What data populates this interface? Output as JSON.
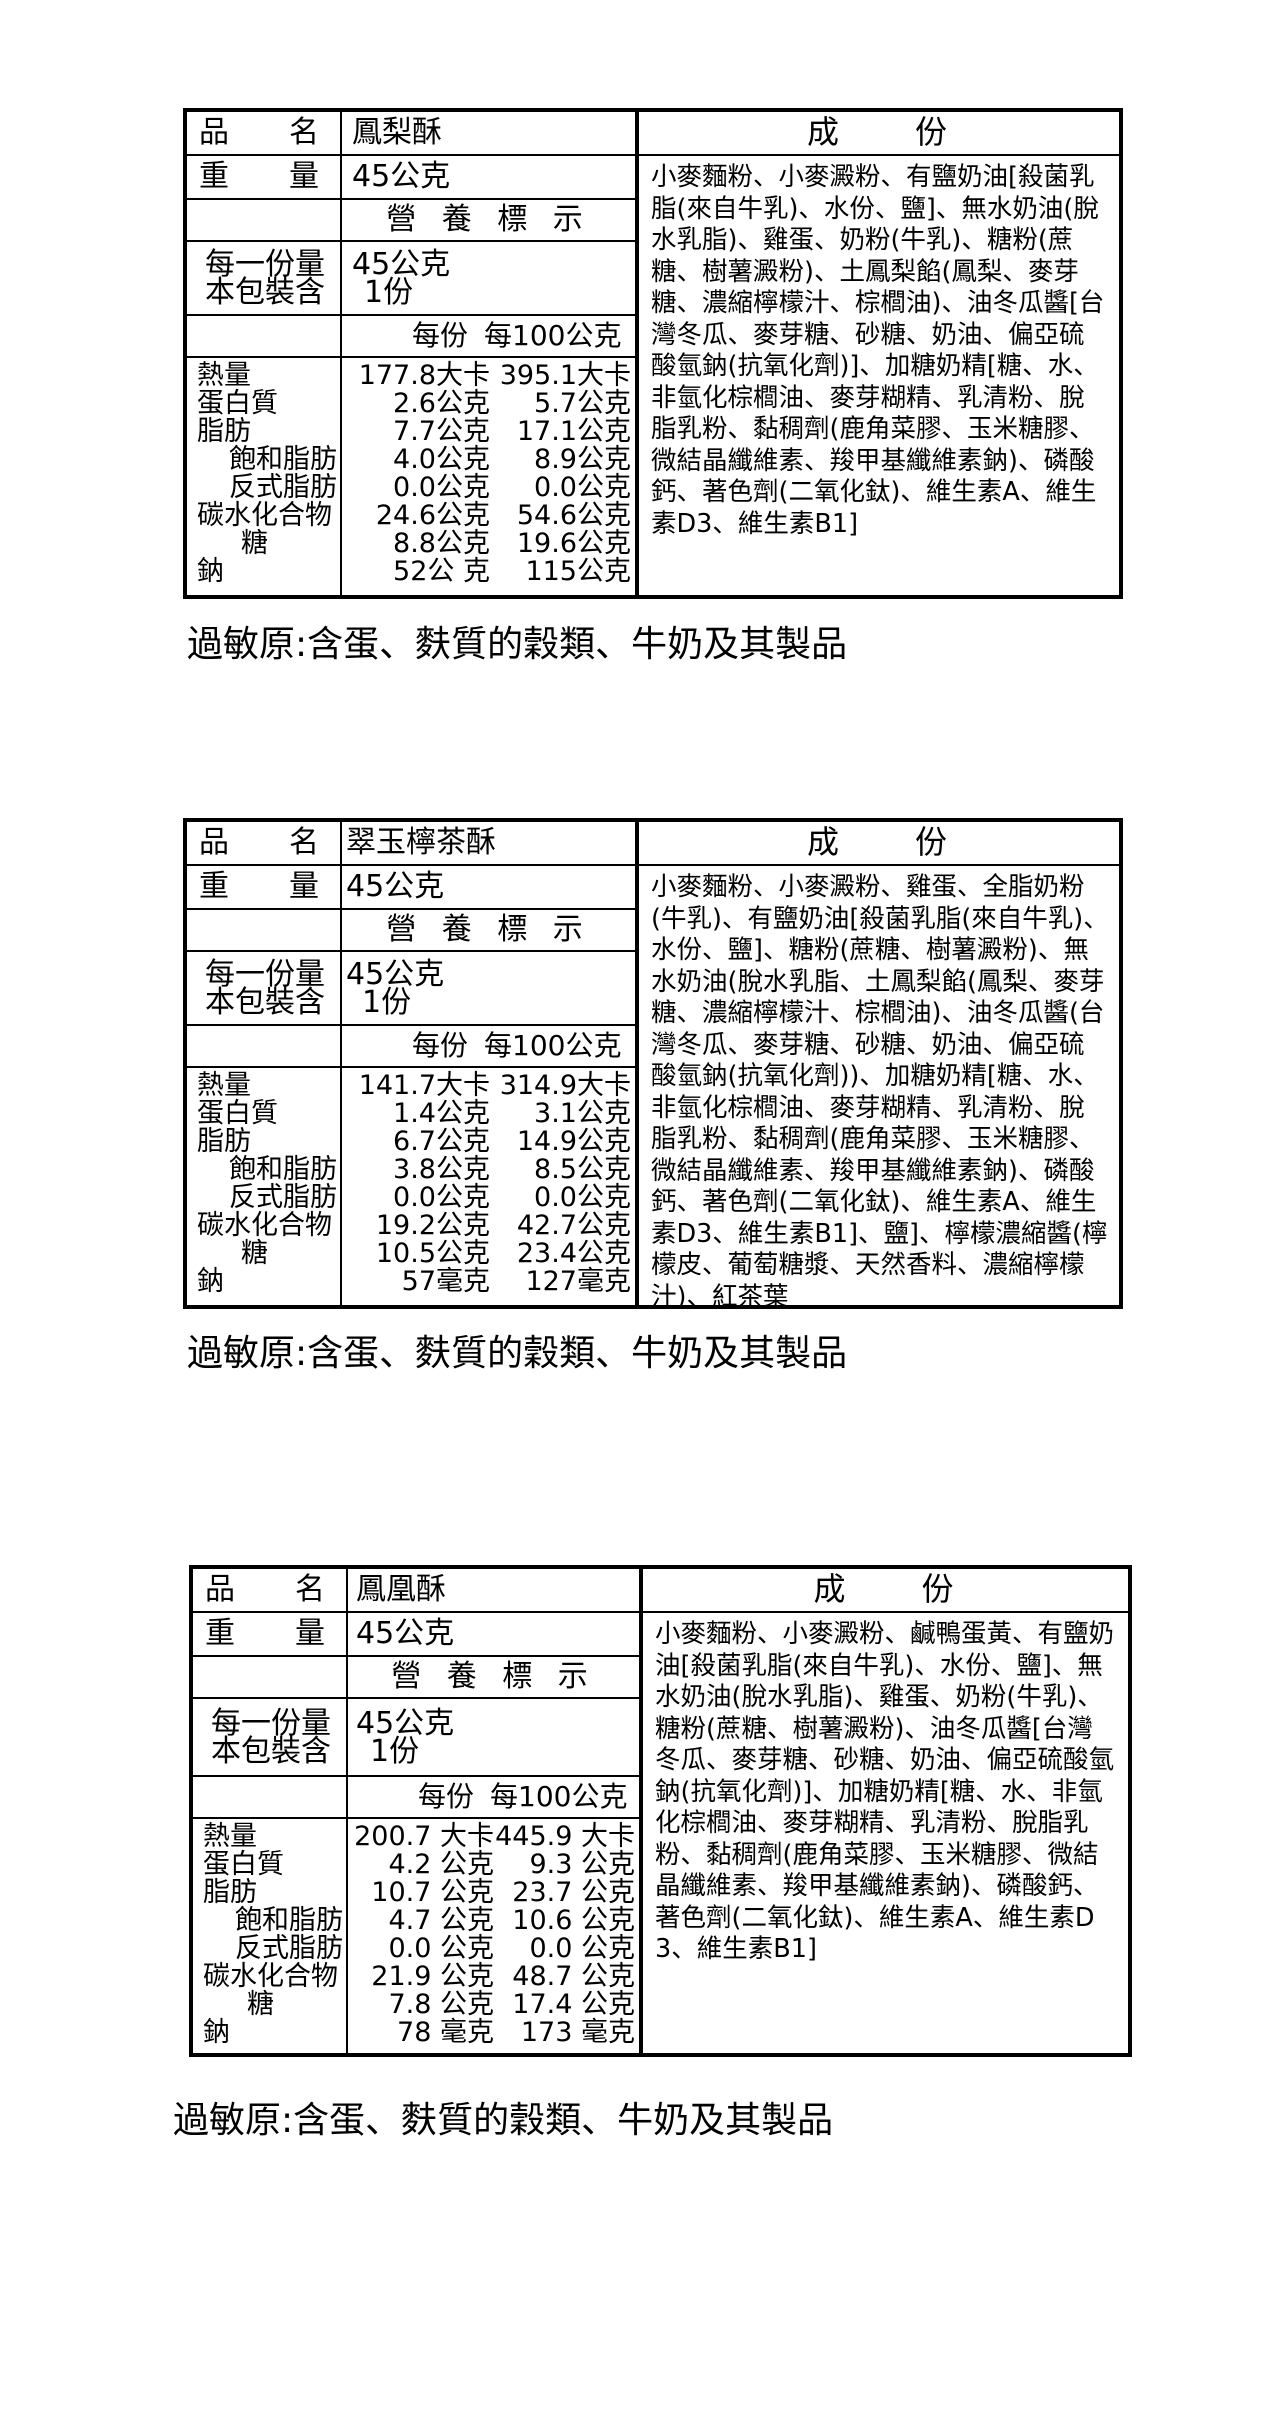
{
  "labels": [
    {
      "name_key": "品　　名",
      "name_value": "鳳梨酥",
      "weight_key": "重　　量",
      "weight_value": "45公克",
      "nutrition_title": "營 養 標 示",
      "serving_key_1": "每一份量",
      "serving_key_2": "本包裝含",
      "serving_value_1": "45公克",
      "serving_value_2": "1份",
      "per_serving_header": "每份",
      "per_100g_header": "每100公克",
      "nutrients": [
        {
          "label": "熱量",
          "indent": false,
          "per_serving": "177.8大卡",
          "per_100g": "395.1大卡"
        },
        {
          "label": "蛋白質",
          "indent": false,
          "per_serving": "2.6公克",
          "per_100g": "5.7公克"
        },
        {
          "label": "脂肪",
          "indent": false,
          "per_serving": "7.7公克",
          "per_100g": "17.1公克"
        },
        {
          "label": "飽和脂肪",
          "indent": true,
          "per_serving": "4.0公克",
          "per_100g": "8.9公克"
        },
        {
          "label": "反式脂肪",
          "indent": true,
          "per_serving": "0.0公克",
          "per_100g": "0.0公克"
        },
        {
          "label": "碳水化合物",
          "indent": false,
          "per_serving": "24.6公克",
          "per_100g": "54.6公克"
        },
        {
          "label": "糖",
          "indent": true,
          "per_serving": "8.8公克",
          "per_100g": "19.6公克"
        },
        {
          "label": "鈉",
          "indent": false,
          "per_serving": "52公 克",
          "per_100g": "115公克"
        }
      ],
      "ingredients_title": "成　　份",
      "ingredients": "小麥麵粉、小麥澱粉、有鹽奶油[殺菌乳脂(來自牛乳)、水份、鹽]、無水奶油(脫水乳脂)、雞蛋、奶粉(牛乳)、糖粉(蔗糖、樹薯澱粉)、土鳳梨餡(鳳梨、麥芽糖、濃縮檸檬汁、棕櫚油)、油冬瓜醬[台灣冬瓜、麥芽糖、砂糖、奶油、偏亞硫酸氫鈉(抗氧化劑)]、加糖奶精[糖、水、非氫化棕櫚油、麥芽糊精、乳清粉、脫脂乳粉、黏稠劑(鹿角菜膠、玉米糖膠、微結晶纖維素、羧甲基纖維素鈉)、磷酸鈣、著色劑(二氧化鈦)、維生素A、維生素D3、維生素B1]",
      "allergen": "過敏原:含蛋、麩質的穀類、牛奶及其製品"
    },
    {
      "name_key": "品　　名",
      "name_value": "翠玉檸茶酥",
      "weight_key": "重　　量",
      "weight_value": "45公克",
      "nutrition_title": "營 養 標 示",
      "serving_key_1": "每一份量",
      "serving_key_2": "本包裝含",
      "serving_value_1": "45公克",
      "serving_value_2": "1份",
      "per_serving_header": "每份",
      "per_100g_header": "每100公克",
      "nutrients": [
        {
          "label": "熱量",
          "indent": false,
          "per_serving": "141.7大卡",
          "per_100g": "314.9大卡"
        },
        {
          "label": "蛋白質",
          "indent": false,
          "per_serving": "1.4公克",
          "per_100g": "3.1公克"
        },
        {
          "label": "脂肪",
          "indent": false,
          "per_serving": "6.7公克",
          "per_100g": "14.9公克"
        },
        {
          "label": "飽和脂肪",
          "indent": true,
          "per_serving": "3.8公克",
          "per_100g": "8.5公克"
        },
        {
          "label": "反式脂肪",
          "indent": true,
          "per_serving": "0.0公克",
          "per_100g": "0.0公克"
        },
        {
          "label": "碳水化合物",
          "indent": false,
          "per_serving": "19.2公克",
          "per_100g": "42.7公克"
        },
        {
          "label": "糖",
          "indent": true,
          "per_serving": "10.5公克",
          "per_100g": "23.4公克"
        },
        {
          "label": "鈉",
          "indent": false,
          "per_serving": "57毫克",
          "per_100g": "127毫克"
        }
      ],
      "ingredients_title": "成　　份",
      "ingredients": "小麥麵粉、小麥澱粉、雞蛋、全脂奶粉(牛乳)、有鹽奶油[殺菌乳脂(來自牛乳)、水份、鹽]、糖粉(蔗糖、樹薯澱粉)、無水奶油(脫水乳脂、土鳳梨餡(鳳梨、麥芽糖、濃縮檸檬汁、棕櫚油)、油冬瓜醬(台灣冬瓜、麥芽糖、砂糖、奶油、偏亞硫酸氫鈉(抗氧化劑))、加糖奶精[糖、水、非氫化棕櫚油、麥芽糊精、乳清粉、脫脂乳粉、黏稠劑(鹿角菜膠、玉米糖膠、微結晶纖維素、羧甲基纖維素鈉)、磷酸鈣、著色劑(二氧化鈦)、維生素A、維生素D3、維生素B1]、鹽]、檸檬濃縮醬(檸檬皮、葡萄糖漿、天然香料、濃縮檸檬汁)、紅茶葉",
      "allergen": "過敏原:含蛋、麩質的穀類、牛奶及其製品"
    },
    {
      "name_key": "品　　名",
      "name_value": "鳳凰酥",
      "weight_key": "重　　量",
      "weight_value": "45公克",
      "nutrition_title": "營 養 標 示",
      "serving_key_1": "每一份量",
      "serving_key_2": "本包裝含",
      "serving_value_1": "45公克",
      "serving_value_2": "1份",
      "per_serving_header": "每份",
      "per_100g_header": "每100公克",
      "nutrients": [
        {
          "label": "熱量",
          "indent": false,
          "per_serving": "200.7 大卡",
          "per_100g": "445.9 大卡"
        },
        {
          "label": "蛋白質",
          "indent": false,
          "per_serving": "4.2 公克",
          "per_100g": "9.3 公克"
        },
        {
          "label": "脂肪",
          "indent": false,
          "per_serving": "10.7 公克",
          "per_100g": "23.7 公克"
        },
        {
          "label": "飽和脂肪",
          "indent": true,
          "per_serving": "4.7 公克",
          "per_100g": "10.6 公克"
        },
        {
          "label": "反式脂肪",
          "indent": true,
          "per_serving": "0.0 公克",
          "per_100g": "0.0 公克"
        },
        {
          "label": "碳水化合物",
          "indent": false,
          "per_serving": "21.9 公克",
          "per_100g": "48.7 公克"
        },
        {
          "label": "糖",
          "indent": true,
          "per_serving": "7.8 公克",
          "per_100g": "17.4 公克"
        },
        {
          "label": "鈉",
          "indent": false,
          "per_serving": "78 毫克",
          "per_100g": "173 毫克"
        }
      ],
      "ingredients_title": "成　　份",
      "ingredients": "小麥麵粉、小麥澱粉、鹹鴨蛋黃、有鹽奶油[殺菌乳脂(來自牛乳)、水份、鹽]、無水奶油(脫水乳脂)、雞蛋、奶粉(牛乳)、糖粉(蔗糖、樹薯澱粉)、油冬瓜醬[台灣冬瓜、麥芽糖、砂糖、奶油、偏亞硫酸氫鈉(抗氧化劑)]、加糖奶精[糖、水、非氫化棕櫚油、麥芽糊精、乳清粉、脫脂乳粉、黏稠劑(鹿角菜膠、玉米糖膠、微結晶纖維素、羧甲基纖維素鈉)、磷酸鈣、著色劑(二氧化鈦)、維生素A、維生素D3、維生素B1]",
      "allergen": "過敏原:含蛋、麩質的穀類、牛奶及其製品"
    }
  ]
}
